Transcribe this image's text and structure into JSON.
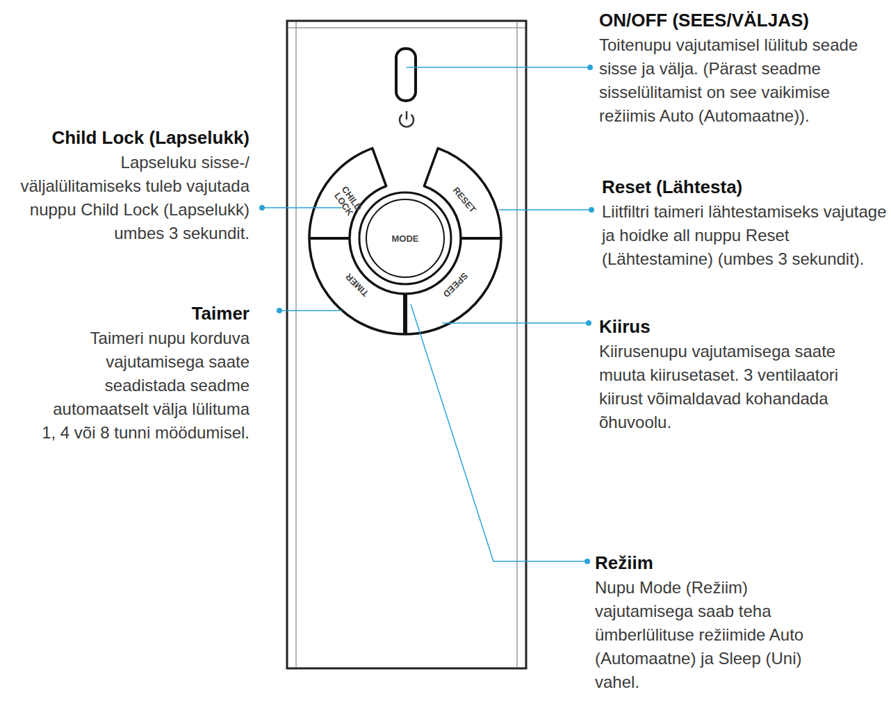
{
  "diagram": {
    "labels": [
      "ON/OFF (SEES/VÄLJAS)",
      "Toitenupu vajutamisel lülitub seade sisse ja välja. (Pärast seadme sisselülitamist on see vaikimise režiimis Auto (Automaatne)).",
      "Child Lock (Lapselukk)",
      "Lapseluku sisse-/ väljalülitamiseks tuleb vajutada nuppu Child Lock (Lapselukk) umbes 3 sekundit.",
      "Reset (Lähtesta)",
      "Liitfiltri taimeri lähtestamiseks vajutage ja hoidke all nuppu Reset (Lähtestamine) (umbes 3 sekundit).",
      "Taimer",
      "Taimeri nupu korduva vajutamisega saate seadistada seadme automaatselt välja lülituma 1, 4 või 8 tunni möödumisel.",
      "Kiirus",
      "Kiirusenupu vajutamisega saate muuta kiirusetaset. 3 ventilaatori kiirust võimaldavad kohandada õhuvoolu.",
      "Režiim",
      "Nupu Mode (Režiim) vajutamisega saab teha ümberlülituse režiimide Auto (Automaatne) ja Sleep (Uni) vahel.",
      "CHILD LOCK",
      "RESET",
      "MODE",
      "TIMER",
      "SPEED"
    ]
  }
}
